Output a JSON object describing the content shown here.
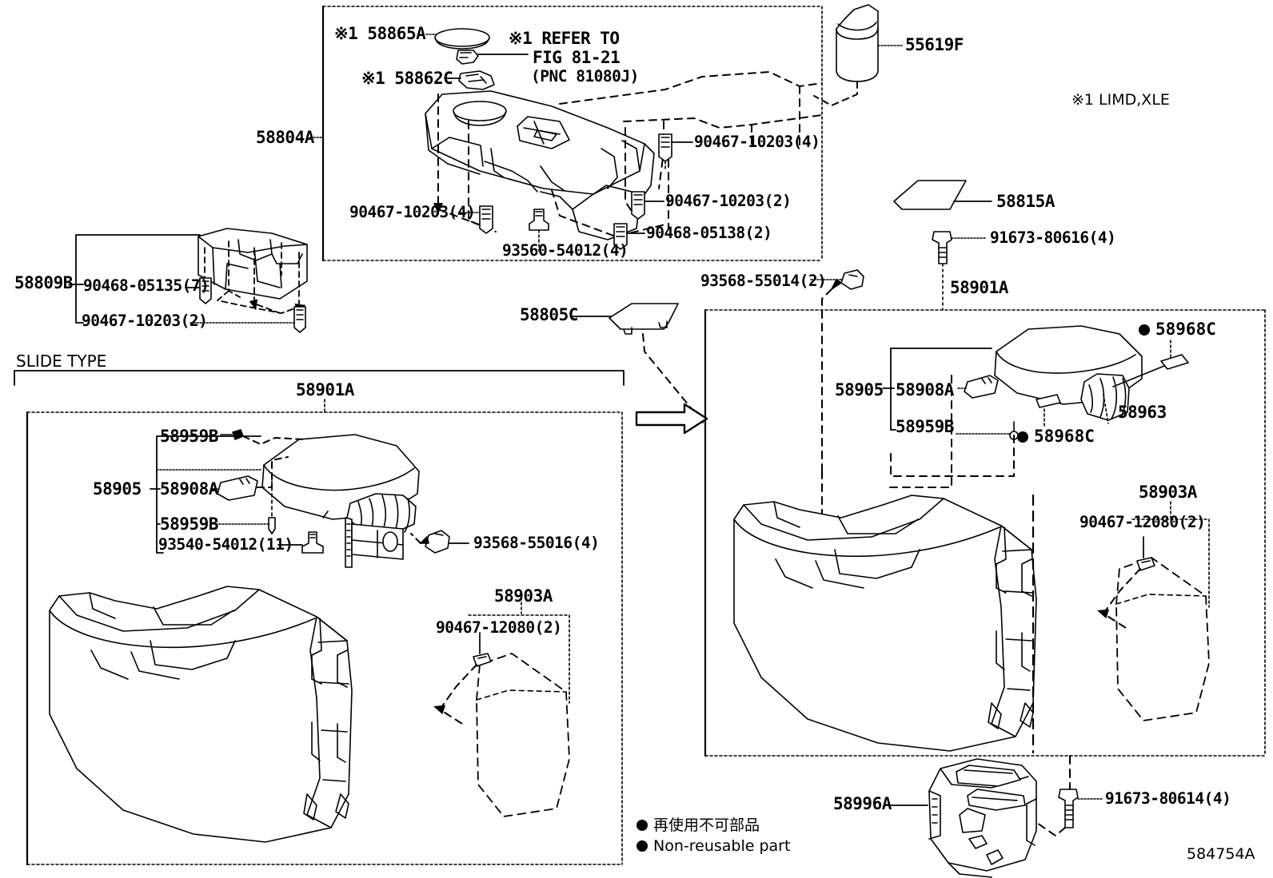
{
  "figure": {
    "id": "584754A",
    "note_marks": "※1 LIMD,XLE",
    "slide_type_caption": "SLIDE TYPE",
    "refer_line1": "※1 REFER TO",
    "refer_line2": "FIG 81-21",
    "refer_line3": "(PNC 81080J)"
  },
  "legend": {
    "japanese": "再使用不可部品",
    "english": "Non-reusable part"
  },
  "top_box": {
    "parts": [
      {
        "id": "p-58865A",
        "label": "※1 58865A"
      },
      {
        "id": "p-58862C",
        "label": "※1 58862C"
      },
      {
        "id": "p-58804A",
        "label": "58804A"
      },
      {
        "id": "p-90467-10203-4a",
        "label": "90467-10203(4)"
      },
      {
        "id": "p-90467-10203-4b",
        "label": "90467-10203(4)"
      },
      {
        "id": "p-90467-10203-2",
        "label": "90467-10203(2)"
      },
      {
        "id": "p-90468-05138-2",
        "label": "90468-05138(2)"
      },
      {
        "id": "p-93560-54012-4",
        "label": "93560-54012(4)"
      }
    ]
  },
  "upper_right": {
    "cup_holder": "55619F",
    "mat": "58815A",
    "bolt": "91673-80616(4)",
    "console_group": "58901A",
    "clip": "93568-55014(2)",
    "tray": "58805C"
  },
  "left_group": {
    "group": "58809B",
    "items": [
      {
        "label": "90468-05135(7)"
      },
      {
        "label": "90467-10203(2)"
      }
    ]
  },
  "slide_box": {
    "title": "58901A",
    "armrest_group": "58905",
    "armrest_items": [
      {
        "label": "58959B"
      },
      {
        "label": "58908A"
      },
      {
        "label": "58959B"
      }
    ],
    "screw": "93540-54012(11)",
    "clip": "93568-55016(4)",
    "side_panel_group": "58903A",
    "side_panel_clip": "90467-12080(2)"
  },
  "right_box": {
    "armrest_group": "58905",
    "armrest_items": [
      {
        "label": "58908A"
      },
      {
        "label": "58959B"
      }
    ],
    "nonreusable_top": "58968C",
    "nonreusable_bottom": "58968C",
    "hinge": "58963",
    "side_panel_group": "58903A",
    "side_panel_clip": "90467-12080(2)"
  },
  "bottom_right": {
    "bracket": "58996A",
    "bolt": "91673-80614(4)"
  }
}
